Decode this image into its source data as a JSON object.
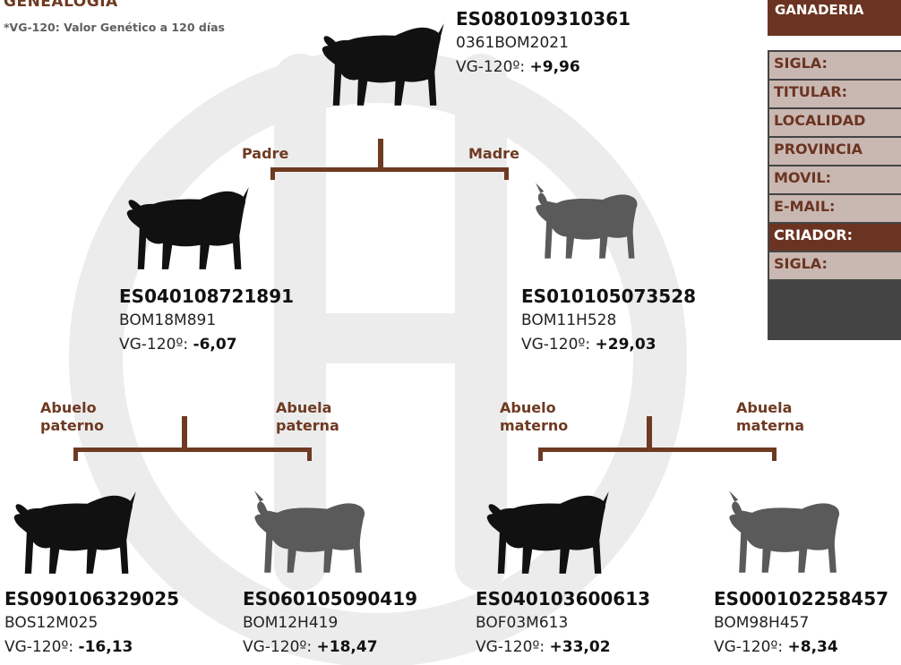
{
  "header": {
    "title": "GENEALOGIA",
    "subtitle": "*VG-120: Valor Genético a 120 días"
  },
  "panel": {
    "title": "GANADERIA",
    "rows": [
      {
        "label": "SIGLA:"
      },
      {
        "label": "TITULAR:"
      },
      {
        "label": "LOCALIDAD"
      },
      {
        "label": "PROVINCIA"
      },
      {
        "label": "MOVIL:"
      },
      {
        "label": "E-MAIL:"
      },
      {
        "label": "CRIADOR:"
      },
      {
        "label": "SIGLA:"
      }
    ],
    "colors": {
      "dark": "#6b3422",
      "light": "#c9b8b1"
    }
  },
  "labels": {
    "padre": "Padre",
    "madre": "Madre",
    "abuelo_paterno_1": "Abuelo",
    "abuelo_paterno_2": "paterno",
    "abuela_paterna_1": "Abuela",
    "abuela_paterna_2": "paterna",
    "abuelo_materno_1": "Abuelo",
    "abuelo_materno_2": "materno",
    "abuela_materna_1": "Abuela",
    "abuela_materna_2": "materna"
  },
  "vg_prefix": "VG-120º: ",
  "animals": {
    "subject": {
      "id": "ES080109310361",
      "code": "0361BOM2021",
      "vg": "+9,96",
      "sex": "male"
    },
    "father": {
      "id": "ES040108721891",
      "code": "BOM18M891",
      "vg": "-6,07",
      "sex": "male"
    },
    "mother": {
      "id": "ES010105073528",
      "code": "BOM11H528",
      "vg": "+29,03",
      "sex": "female"
    },
    "paternal_grandfather": {
      "id": "ES090106329025",
      "code": "BOS12M025",
      "vg": "-16,13",
      "sex": "male"
    },
    "paternal_grandmother": {
      "id": "ES060105090419",
      "code": "BOM12H419",
      "vg": "+18,47",
      "sex": "female"
    },
    "maternal_grandfather": {
      "id": "ES040103600613",
      "code": "BOF03M613",
      "vg": "+33,02",
      "sex": "male"
    },
    "maternal_grandmother": {
      "id": "ES000102258457",
      "code": "BOM98H457",
      "vg": "+8,34",
      "sex": "female"
    }
  },
  "colors": {
    "accent": "#6e3a22",
    "male_silhouette": "#111111",
    "female_silhouette": "#5a5a5a",
    "watermark": "#ececec"
  }
}
